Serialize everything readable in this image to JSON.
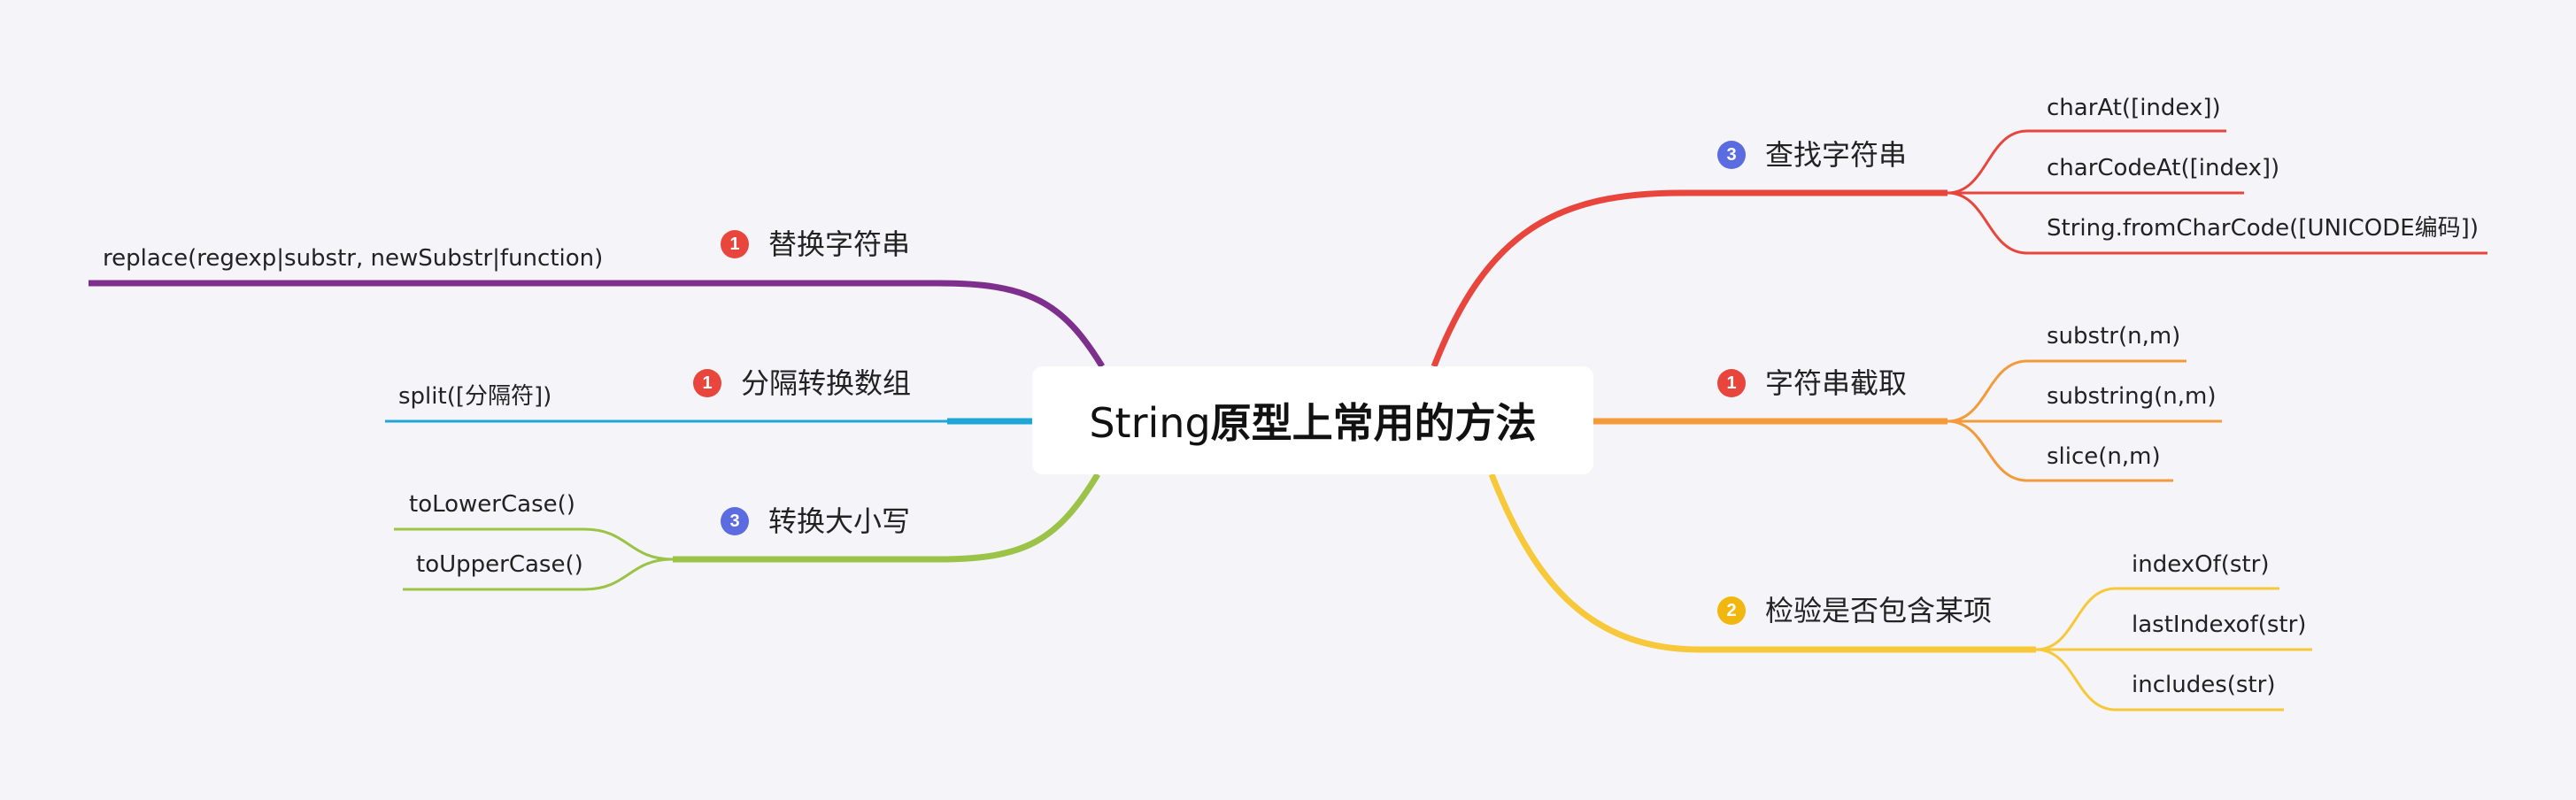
{
  "root": {
    "prefix": "String",
    "suffix": "原型上常用的方法"
  },
  "branches": {
    "find": {
      "label": "查找字符串",
      "badge": "3",
      "color": "#e8453c",
      "badge_color": "#5b6be0",
      "leaves": [
        "charAt([index])",
        "charCodeAt([index])",
        "String.fromCharCode([UNICODE编码])"
      ]
    },
    "cut": {
      "label": "字符串截取",
      "badge": "1",
      "color": "#f49a3a",
      "badge_color": "#e8453c",
      "leaves": [
        "substr(n,m)",
        "substring(n,m)",
        "slice(n,m)"
      ]
    },
    "check": {
      "label": "检验是否包含某项",
      "badge": "2",
      "color": "#f7c83a",
      "badge_color": "#f2b70f",
      "leaves": [
        "indexOf(str)",
        "lastIndexof(str)",
        "includes(str)"
      ]
    },
    "replace": {
      "label": "替换字符串",
      "badge": "1",
      "color": "#7e2f8e",
      "badge_color": "#e8453c",
      "leaves": [
        "replace(regexp|substr, newSubstr|function)"
      ]
    },
    "split": {
      "label": "分隔转换数组",
      "badge": "1",
      "color": "#1ea6d6",
      "badge_color": "#e8453c",
      "leaves": [
        "split([分隔符])"
      ]
    },
    "case": {
      "label": "转换大小写",
      "badge": "3",
      "color": "#9bc348",
      "badge_color": "#5b6be0",
      "leaves": [
        "toLowerCase()",
        "toUpperCase()"
      ]
    }
  }
}
